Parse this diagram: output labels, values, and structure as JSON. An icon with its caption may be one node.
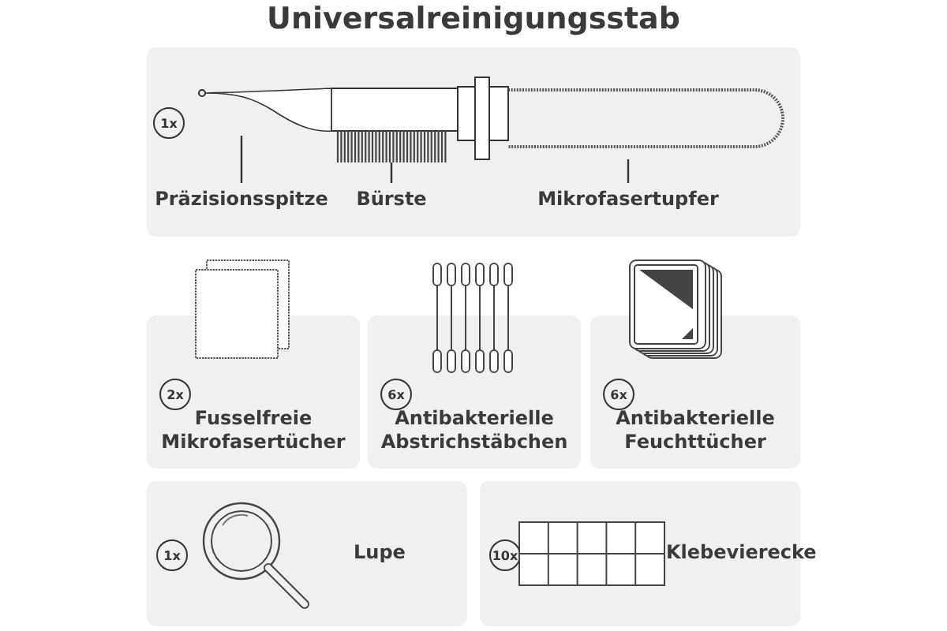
{
  "diagram": {
    "title": "Universalreinigungsstab",
    "nodes": [
      {
        "text": [
          "1x"
        ]
      },
      {
        "text": [
          "Präzisionsspitze"
        ],
        "in": 0
      },
      {
        "text": [
          "Bürste"
        ],
        "in": 0
      },
      {
        "text": [
          "Mikrofasertupfer"
        ],
        "in": 0
      },
      {
        "text": [],
        "shape": "picture",
        "in": 0
      },
      {
        "text": [],
        "shape": "picture",
        "in": 0
      },
      {
        "text": [],
        "shape": "picture",
        "in": 0
      },
      {
        "text": [
          "2x",
          "Fusselfreie Mikrofasertücher"
        ]
      },
      {
        "text": [
          "6x",
          "Antibakterielle Abstrichstäbchen"
        ]
      },
      {
        "text": [
          "6x",
          "Antibakterielle Feuchttücher"
        ]
      },
      {
        "text": [
          "1x",
          "Lupe"
        ]
      },
      {
        "text": [
          "10x",
          "Klebevierecke"
        ]
      }
    ],
    "edges": [
      {
        "from": 1,
        "to": 4,
        "arrow": "none"
      },
      {
        "from": 2,
        "to": 5,
        "arrow": "none"
      },
      {
        "from": 3,
        "to": 6,
        "arrow": "none"
      }
    ]
  }
}
